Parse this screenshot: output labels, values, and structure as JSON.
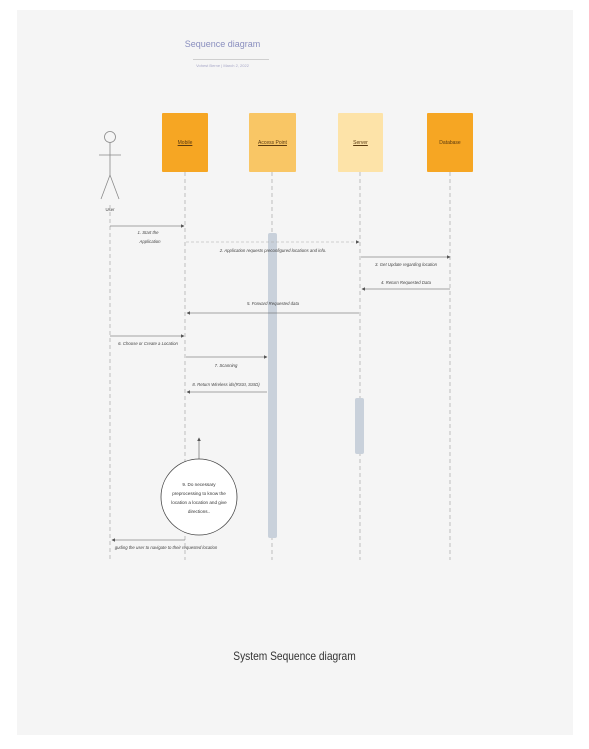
{
  "header": {
    "title": "Sequence diagram",
    "subtitle": "Vohest Berne | March 2, 2022"
  },
  "actor": {
    "label": "User"
  },
  "participants": [
    {
      "label": "Mobile",
      "color": "#f6a623"
    },
    {
      "label": "Access Point",
      "color": "#f9c665"
    },
    {
      "label": "Server",
      "color": "#fde3a8"
    },
    {
      "label": "Database",
      "color": "#f6a623"
    }
  ],
  "messages": {
    "m1a": "1. Start the",
    "m1b": "Application",
    "m2": "2. Application requests preconfigured locations and info.",
    "m3": "3. Get Update regarding location",
    "m4": "4. Return Requested Data",
    "m5": "5. Forward Requested data",
    "m6": "6. Choose or Create a Location",
    "m7": "7. Scanning",
    "m8": "8. Return Wireless ids(RSSI, SSID)",
    "final": "guding the user to navigate to their requested location"
  },
  "note": {
    "line1": "9. Do necessary",
    "line2": "preprocessing to know the",
    "line3": "location a location and give",
    "line4": "directions.."
  },
  "footer": {
    "caption": "System Sequence diagram"
  },
  "colors": {
    "arrow": "#555555",
    "activation": "#c9d1db",
    "lifeline": "#999999"
  }
}
